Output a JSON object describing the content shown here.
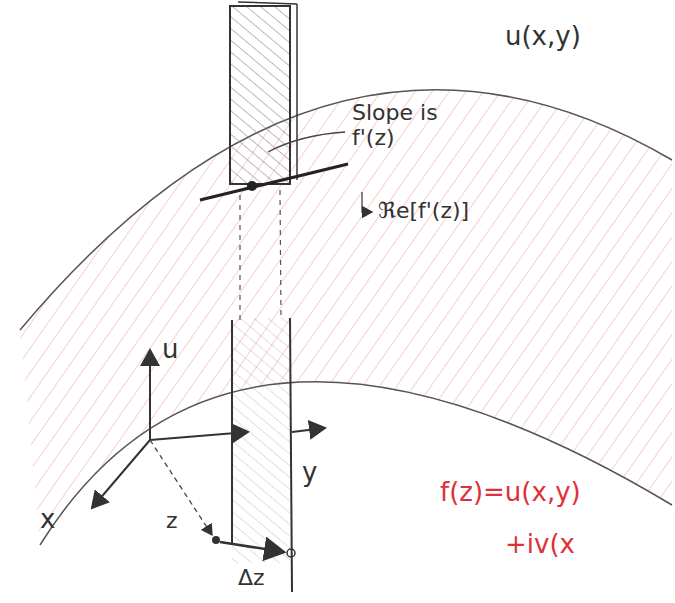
{
  "diagram": {
    "labels": [
      "u(x,y)",
      "Slope is f'(z)",
      "ℜe[f'(z)]",
      "u",
      "x",
      "y",
      "z",
      "Δz",
      "f(z)=u(x,y)",
      "+iv(x"
    ]
  }
}
